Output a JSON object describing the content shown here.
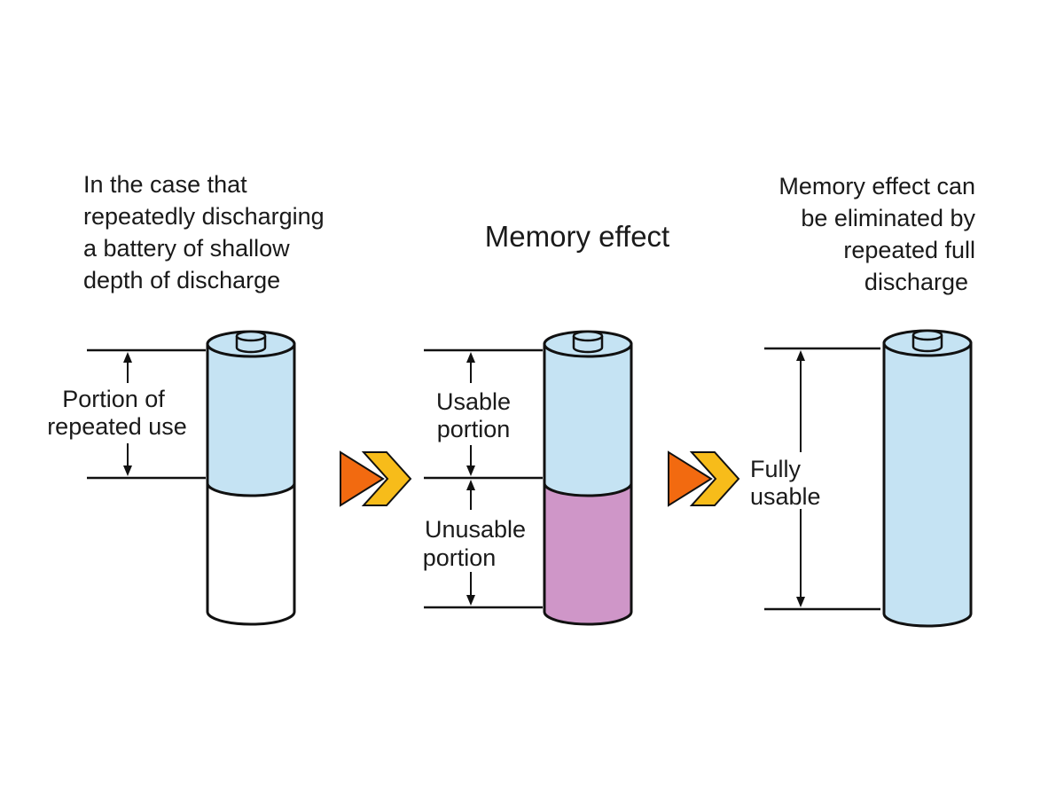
{
  "colors": {
    "usable": "#c5e3f3",
    "unusable": "#cf96c8",
    "empty": "#ffffff",
    "arrow_back": "#f26a10",
    "arrow_front": "#f7bc1a",
    "outline": "#111111"
  },
  "left": {
    "caption": [
      "In the case that",
      "repeatedly discharging",
      "a battery of shallow",
      "depth of discharge"
    ],
    "label": [
      "Portion of",
      "repeated use"
    ]
  },
  "middle": {
    "title": "Memory effect",
    "usable_label": [
      "Usable",
      "portion"
    ],
    "unusable_label": [
      "Unusable",
      "portion"
    ]
  },
  "right": {
    "caption": [
      "Memory effect can",
      "be eliminated by",
      "repeated full",
      "discharge"
    ],
    "label": [
      "Fully",
      "usable"
    ]
  },
  "icons": [
    "double-chevron-arrow-icon",
    "double-chevron-arrow-icon"
  ]
}
